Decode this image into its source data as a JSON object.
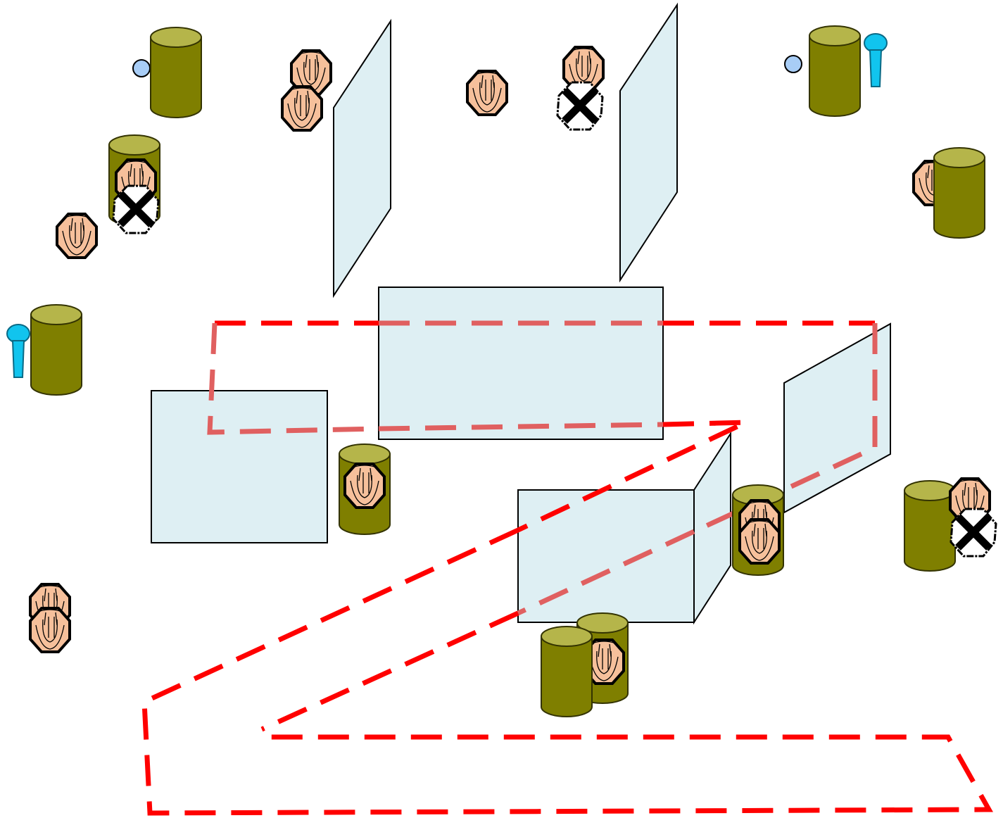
{
  "colors": {
    "background": "#ffffff",
    "panel_fill": "#deeff3",
    "panel_stroke": "#000000",
    "barrel_body": "#7f7f00",
    "barrel_top": "#b5b54a",
    "target_fill": "#f6c09b",
    "path_red": "#ff0000",
    "path_behind": "#e06060",
    "light_blue": "#a8cdf6",
    "beacon_cyan": "#11c4ee"
  },
  "legend": {
    "barrel": "barrel-obstacle",
    "target": "paper-target",
    "neutralized": "neutralized-target",
    "panel": "glass-panel",
    "beacon": "cyan-beacon",
    "marker": "blue-marker",
    "route": "red-dashed-route"
  }
}
